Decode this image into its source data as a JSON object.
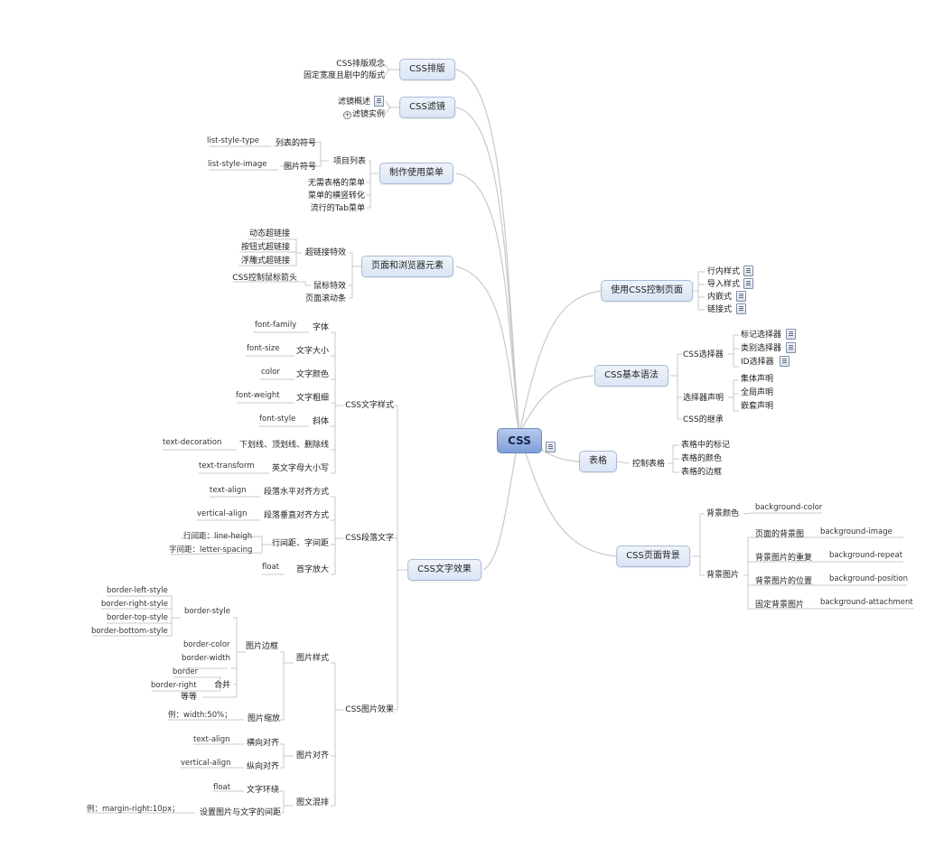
{
  "central": {
    "label": "CSS"
  },
  "branches": {
    "typesetting": {
      "label": "CSS排版",
      "items": [
        "CSS排版观念",
        "固定宽度且剧中的版式"
      ]
    },
    "filters": {
      "label": "CSS滤镜",
      "items": [
        "滤镜概述",
        "滤镜实例"
      ]
    },
    "menu": {
      "label": "制作使用菜单",
      "item_list": "项目列表",
      "list_type": "列表的符号",
      "list_type_prop": "list-style-type",
      "list_image": "图片符号",
      "list_image_prop": "list-style-image",
      "items": [
        "无需表格的菜单",
        "菜单的横竖转化",
        "流行的Tab菜单"
      ]
    },
    "page_elements": {
      "label": "页面和浏览器元素",
      "hyperlink": "超链接特效",
      "hyperlink_items": [
        "动态超链接",
        "按钮式超链接",
        "浮雕式超链接"
      ],
      "mouse": "鼠标特效",
      "mouse_child": "CSS控制鼠标箭头",
      "scroll": "页面滚动条"
    },
    "text_effects": {
      "label": "CSS文字效果",
      "text_style": {
        "label": "CSS文字样式",
        "rows": [
          {
            "name": "字体",
            "prop": "font-family"
          },
          {
            "name": "文字大小",
            "prop": "font-size"
          },
          {
            "name": "文字颜色",
            "prop": "color"
          },
          {
            "name": "文字粗细",
            "prop": "font-weight"
          },
          {
            "name": "斜体",
            "prop": "font-style"
          },
          {
            "name": "下划线、顶划线、删除线",
            "prop": "text-decoration"
          },
          {
            "name": "英文字母大小写",
            "prop": "text-transform"
          }
        ]
      },
      "paragraph": {
        "label": "CSS段落文字",
        "rows": [
          {
            "name": "段落水平对齐方式",
            "prop": "text-align"
          },
          {
            "name": "段落垂直对齐方式",
            "prop": "vertical-align"
          },
          {
            "name": "行间距、字间距",
            "props": [
              "行间距：line-heigh",
              "字间距：letter-spacing"
            ]
          },
          {
            "name": "首字放大",
            "prop": "float"
          }
        ]
      },
      "image": {
        "label": "CSS图片效果",
        "image_style": "图片样式",
        "border": "图片边框",
        "border_style": "border-style",
        "border_style_items": [
          "border-left-style",
          "border-right-style",
          "border-top-style",
          "border-bottom-style"
        ],
        "border_color": "border-color",
        "border_width": "border-width",
        "merge": "合并",
        "merge_items": [
          "border",
          "border-right"
        ],
        "etc": "等等",
        "scale": "图片缩放",
        "scale_example": "例：width:50%；",
        "align": "图片对齐",
        "h_align": "横向对齐",
        "h_align_prop": "text-align",
        "v_align": "纵向对齐",
        "v_align_prop": "vertical-align",
        "wrap": "图文混排",
        "wrap_text": "文字环绕",
        "wrap_prop": "float",
        "spacing": "设置图片与文字的间距",
        "spacing_example": "例：margin-right:10px；"
      }
    },
    "control": {
      "label": "使用CSS控制页面",
      "items": [
        "行内样式",
        "导入样式",
        "内嵌式",
        "链接式"
      ]
    },
    "syntax": {
      "label": "CSS基本语法",
      "selectors": "CSS选择器",
      "selector_items": [
        "标记选择器",
        "类别选择器",
        "ID选择器"
      ],
      "declaration": "选择器声明",
      "declaration_items": [
        "集体声明",
        "全局声明",
        "嵌套声明"
      ],
      "inherit": "CSS的继承"
    },
    "table": {
      "label": "表格",
      "control": "控制表格",
      "items": [
        "表格中的标记",
        "表格的颜色",
        "表格的边框"
      ]
    },
    "background": {
      "label": "CSS页面背景",
      "color": "背景颜色",
      "color_prop": "background-color",
      "image": "背景图片",
      "rows": [
        {
          "name": "页面的背景图",
          "prop": "background-image"
        },
        {
          "name": "背景图片的重复",
          "prop": "background-repeat"
        },
        {
          "name": "背景图片的位置",
          "prop": "background-position"
        },
        {
          "name": "固定背景图片",
          "prop": "background-attachment"
        }
      ]
    }
  },
  "colors": {
    "line": "#c8c8c8",
    "topic_border": "#a9bad6",
    "central_fill": "#7f9fd9"
  }
}
